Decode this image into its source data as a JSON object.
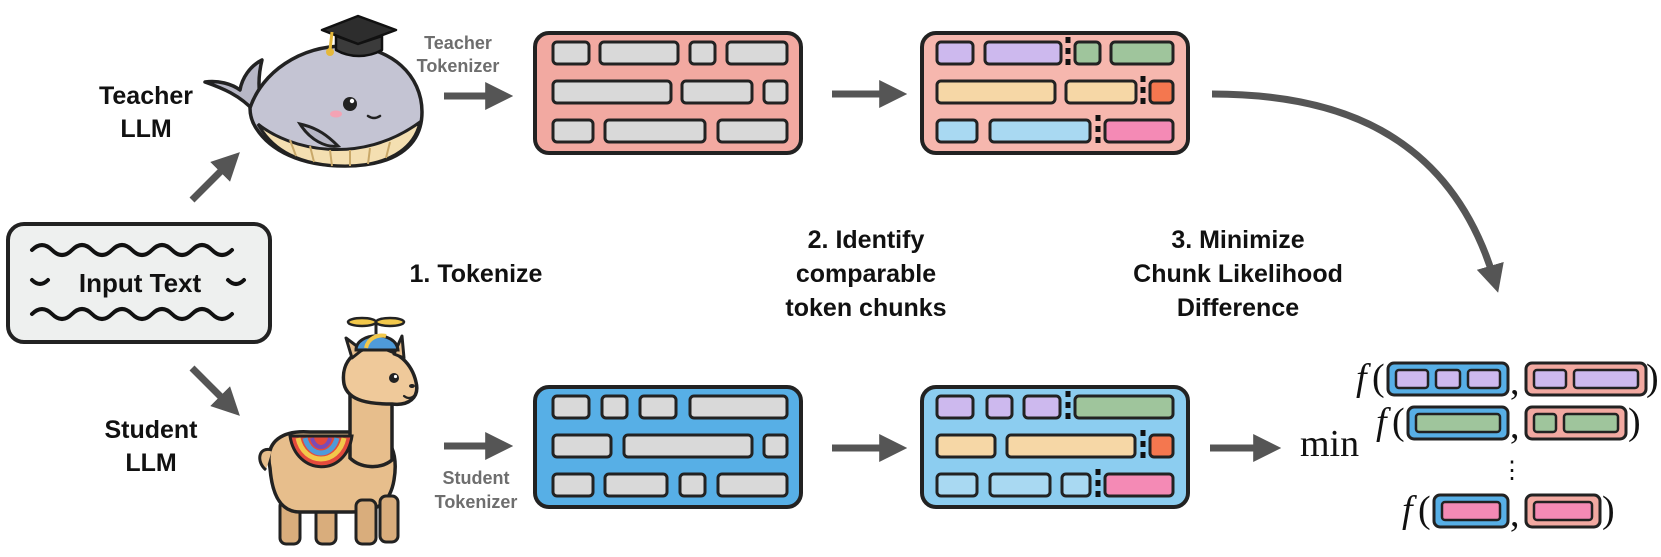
{
  "input": {
    "label": "Input Text"
  },
  "teacher": {
    "line1": "Teacher",
    "line2": "LLM",
    "tok_line1": "Teacher",
    "tok_line2": "Tokenizer"
  },
  "student": {
    "line1": "Student",
    "line2": "LLM",
    "tok_line1": "Student",
    "tok_line2": "Tokenizer"
  },
  "steps": {
    "s1": "1. Tokenize",
    "s2": [
      "2. Identify",
      "comparable",
      "token chunks"
    ],
    "s3": [
      "3. Minimize",
      "Chunk Likelihood",
      "Difference"
    ]
  },
  "formula": {
    "min": "min",
    "f": "f",
    "dots": "⋮"
  },
  "colors": {
    "teacher_panel": "#f2a9a1",
    "student_panel": "#57afe6",
    "chunk_panel_teacher": "#f6b7ae",
    "chunk_panel_student": "#8ccdf0",
    "token_gray": "#d9d9d9",
    "purple": "#cdb9ee",
    "green": "#9fc59c",
    "peach": "#f6d7a6",
    "orange": "#f4774f",
    "lightblue": "#a9d9f2",
    "pink": "#f48ab5",
    "arrow": "#555555"
  },
  "icons": [
    "whale-teacher-icon",
    "llama-student-icon",
    "graduation-cap-icon",
    "propeller-hat-icon"
  ]
}
